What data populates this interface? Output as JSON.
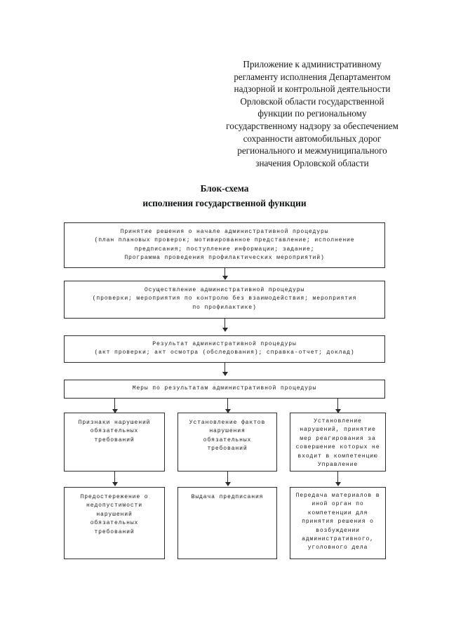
{
  "header": {
    "lines": [
      "Приложение к административному",
      "регламенту исполнения Департаментом",
      "надзорной и контрольной деятельности",
      "Орловской области государственной",
      "функции по региональному",
      "государственному надзору за обеспечением",
      "сохранности автомобильных дорог",
      "регионального и межмуниципального",
      "значения Орловской области"
    ]
  },
  "title": {
    "line1": "Блок-схема",
    "line2": "исполнения государственной функции"
  },
  "flowchart": {
    "step1": {
      "lines": [
        "Принятие решения о начале административной процедуры",
        "(план плановых проверок; мотивированное представление; исполнение",
        "предписания; поступление информации; задание;",
        "Программа проведения профилактических мероприятий)"
      ]
    },
    "step2": {
      "lines": [
        "Осуществление административной процедуры",
        "(проверки; мероприятия по контролю без взаимодействия; мероприятия",
        "по профилактике)"
      ]
    },
    "step3": {
      "lines": [
        "Результат административной процедуры",
        "(акт проверки; акт осмотра (обследования); справка-отчет; доклад)"
      ]
    },
    "step4": {
      "lines": [
        "Меры по результатам административной процедуры"
      ]
    },
    "branch_left": {
      "lines": [
        "Признаки нарушений",
        "обязательных",
        "требований"
      ]
    },
    "branch_center": {
      "lines": [
        "Установление фактов",
        "нарушения",
        "обязательных",
        "требований"
      ]
    },
    "branch_right": {
      "lines": [
        "Установление",
        "нарушений, принятие",
        "мер реагирования за",
        "совершение которых не",
        "входит в компетенцию",
        "Управление"
      ]
    },
    "outcome_left": {
      "lines": [
        "Предостережение о",
        "недопустимости",
        "нарушений",
        "обязательных",
        "требований"
      ]
    },
    "outcome_center": {
      "lines": [
        "Выдача предписания"
      ]
    },
    "outcome_right": {
      "lines": [
        "Передача материалов в",
        "иной орган по",
        "компетенции для",
        "принятия решения о",
        "возбуждении",
        "административного,",
        "уголовного дела"
      ]
    }
  },
  "colors": {
    "page_background": "#ffffff",
    "text": "#1b1b1b",
    "box_border": "#2c2c2c"
  }
}
